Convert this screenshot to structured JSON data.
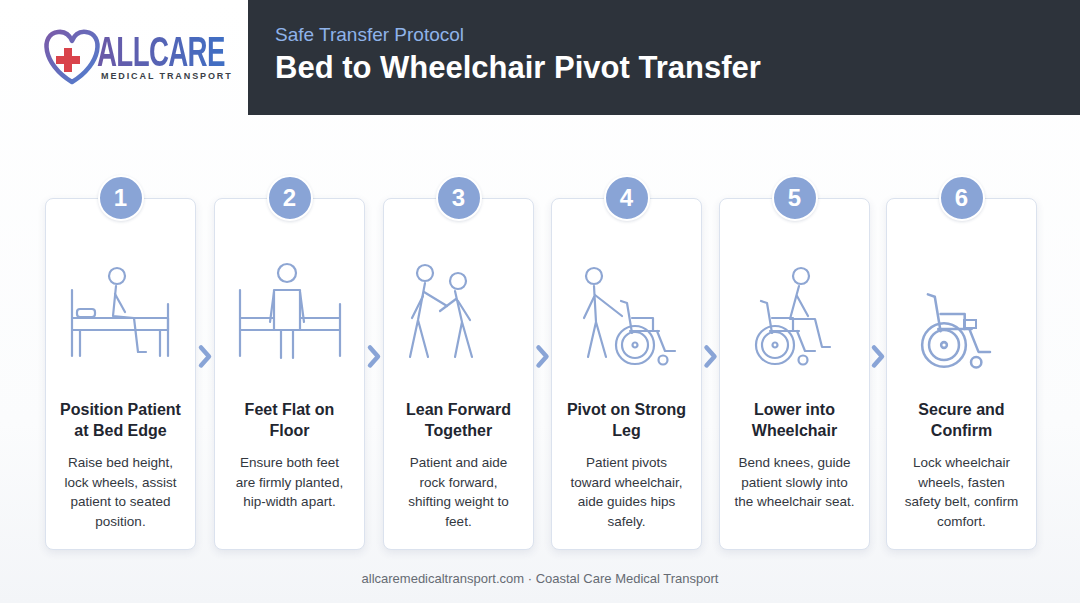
{
  "diagram": {
    "title": "Bed to Wheelchair Pivot Transfer",
    "caption": "allcaremedicaltransport.com · Coastal Care Medical Transport",
    "nodes": [
      {
        "text": [
          "1"
        ]
      },
      {
        "text": [
          "Position Patient at Bed Edge",
          "Raise bed height, lock wheels, assist patient to seated position."
        ]
      },
      {
        "text": [
          "2"
        ]
      },
      {
        "text": [
          "Feet Flat on Floor",
          "Ensure both feet are firmly planted, hip-width apart."
        ]
      },
      {
        "text": [
          "3"
        ]
      },
      {
        "text": [
          "Lean Forward Together",
          "Patient and aide rock forward, shifting weight to feet."
        ]
      },
      {
        "text": [
          "4"
        ]
      },
      {
        "text": [
          "Pivot on Strong Leg",
          "Patient pivots toward wheelchair, aide guides hips safely."
        ]
      },
      {
        "text": [
          "5"
        ]
      },
      {
        "text": [
          "Lower into Wheelchair",
          "Bend knees, guide patient slowly into the wheelchair seat."
        ]
      },
      {
        "text": [
          "6"
        ]
      },
      {
        "text": [
          "Secure and Confirm",
          "Lock wheelchair wheels, fasten safety belt, confirm comfort."
        ]
      }
    ],
    "edges": [
      {
        "from": 1,
        "to": 3,
        "arrow": "to"
      },
      {
        "from": 3,
        "to": 5,
        "arrow": "to"
      },
      {
        "from": 5,
        "to": 7,
        "arrow": "to"
      },
      {
        "from": 7,
        "to": 9,
        "arrow": "to"
      },
      {
        "from": 9,
        "to": 11,
        "arrow": "to"
      }
    ],
    "labels": [
      "ALLCARE",
      "MEDICAL TRANSPORT",
      "Safe Transfer Protocol"
    ]
  }
}
